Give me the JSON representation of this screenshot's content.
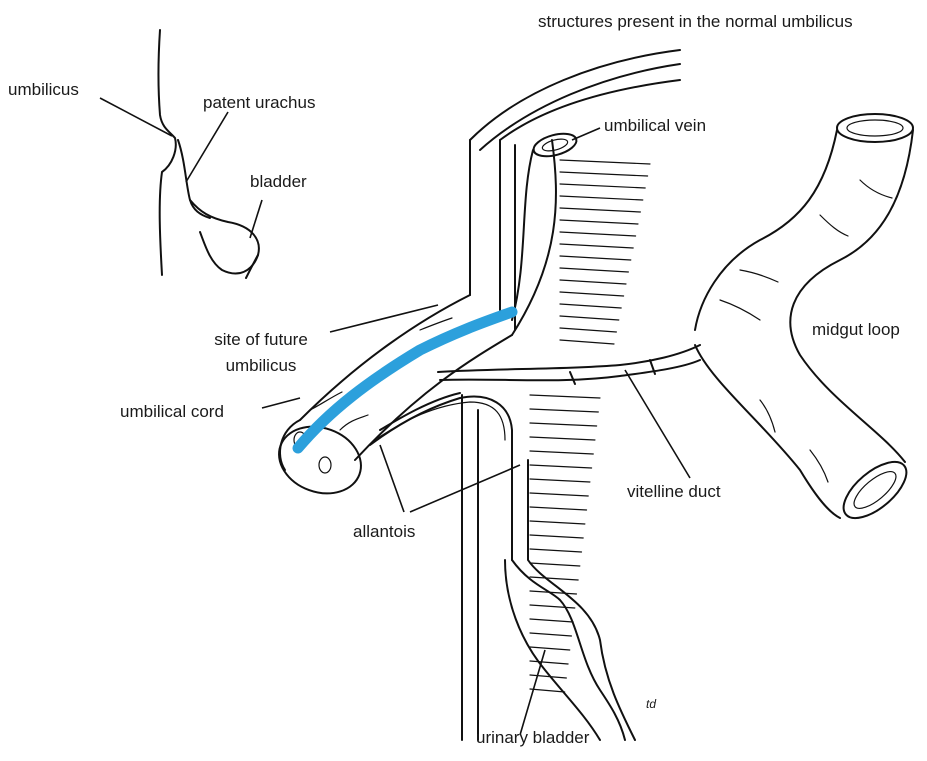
{
  "colors": {
    "ink": "#111111",
    "highlight": "#2ca0dc",
    "background": "#ffffff"
  },
  "labels": {
    "caption": "structures present in the normal umbilicus",
    "umbilicus": "umbilicus",
    "patent_urachus": "patent urachus",
    "bladder": "bladder",
    "umbilical_vein": "umbilical vein",
    "site_future_line1": "site of future",
    "site_future_line2": "umbilicus",
    "midgut_loop": "midgut loop",
    "umbilical_cord": "umbilical cord",
    "vitelline_duct": "vitelline duct",
    "allantois": "allantois",
    "urinary_bladder": "urinary bladder",
    "artist_initials": "td"
  }
}
